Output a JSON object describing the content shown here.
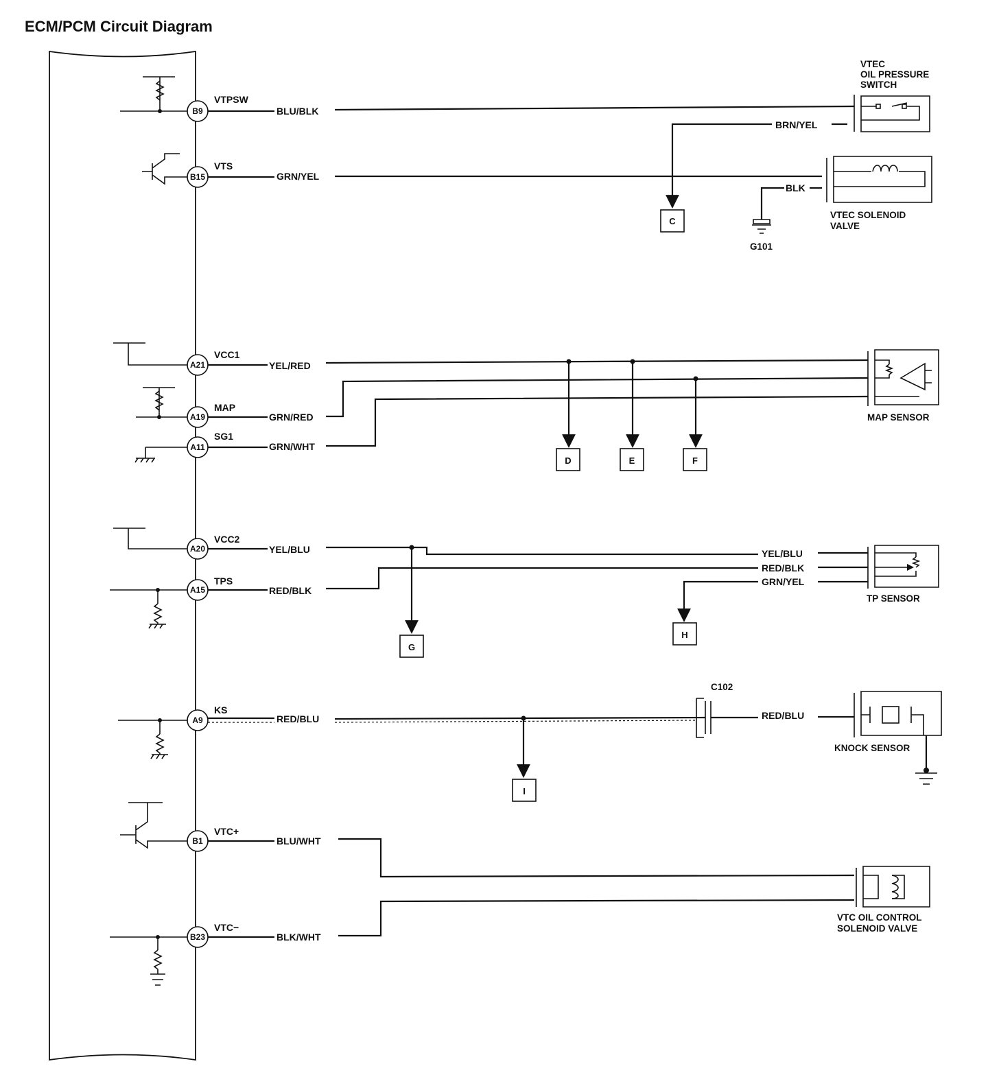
{
  "title": "ECM/PCM Circuit Diagram",
  "pins": {
    "b9": {
      "pin": "B9",
      "signal": "VTPSW",
      "wire": "BLU/BLK"
    },
    "b15": {
      "pin": "B15",
      "signal": "VTS",
      "wire": "GRN/YEL"
    },
    "a21": {
      "pin": "A21",
      "signal": "VCC1",
      "wire": "YEL/RED"
    },
    "a19": {
      "pin": "A19",
      "signal": "MAP",
      "wire": "GRN/RED"
    },
    "a11": {
      "pin": "A11",
      "signal": "SG1",
      "wire": "GRN/WHT"
    },
    "a20": {
      "pin": "A20",
      "signal": "VCC2",
      "wire": "YEL/BLU"
    },
    "a15": {
      "pin": "A15",
      "signal": "TPS",
      "wire": "RED/BLK"
    },
    "a9": {
      "pin": "A9",
      "signal": "KS",
      "wire": "RED/BLU"
    },
    "b1": {
      "pin": "B1",
      "signal": "VTC+",
      "wire": "BLU/WHT"
    },
    "b23": {
      "pin": "B23",
      "signal": "VTC−",
      "wire": "BLK/WHT"
    }
  },
  "wires": {
    "brn_yel": "BRN/YEL",
    "blk": "BLK",
    "yel_blu": "YEL/BLU",
    "red_blk": "RED/BLK",
    "grn_yel": "GRN/YEL",
    "red_blu": "RED/BLU"
  },
  "components": {
    "vtec_oil_pressure_switch": [
      "VTEC",
      "OIL PRESSURE",
      "SWITCH"
    ],
    "vtec_solenoid_valve": [
      "VTEC SOLENOID",
      "VALVE"
    ],
    "map_sensor": "MAP SENSOR",
    "tp_sensor": "TP SENSOR",
    "knock_sensor": "KNOCK SENSOR",
    "vtc_oil_control_solenoid_valve": [
      "VTC OIL CONTROL",
      "SOLENOID VALVE"
    ]
  },
  "connectors": [
    "C",
    "D",
    "E",
    "F",
    "G",
    "H",
    "I",
    "C102"
  ],
  "grounds": [
    "G101"
  ]
}
